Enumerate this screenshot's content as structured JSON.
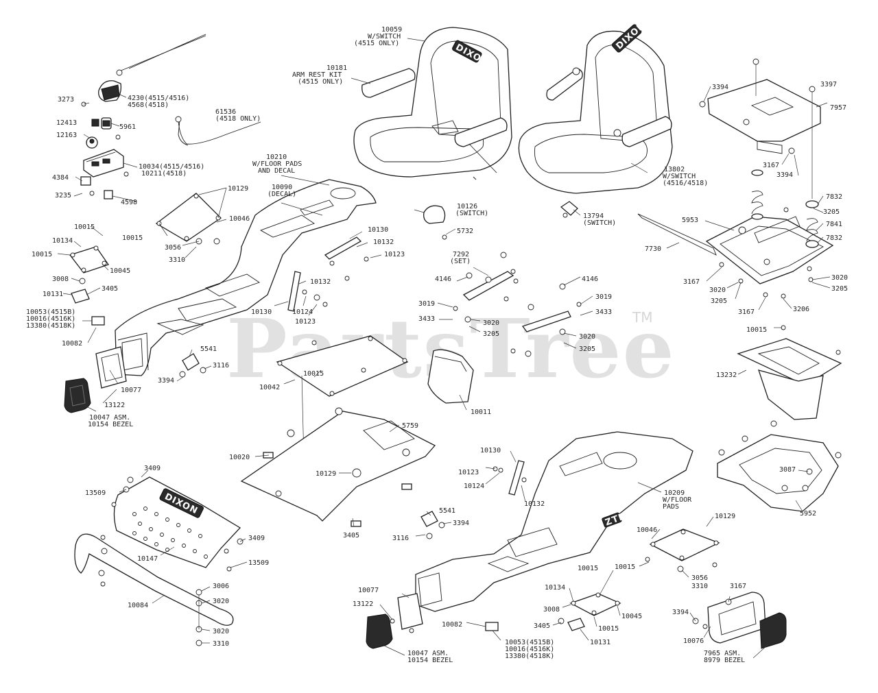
{
  "watermark": {
    "text": "PartsTree",
    "trademark": "TM"
  },
  "brand": {
    "seat_logo": "DIXON",
    "fender_logo": "DIXON",
    "console_badge": "ZTR"
  },
  "labels": {
    "l10059": "10059",
    "l10059_a": "W/SWITCH",
    "l10059_b": "(4515 ONLY)",
    "l10181": "10181",
    "l10181_a": "ARM REST KIT",
    "l10181_b": "(4515 ONLY)",
    "l3273": "3273",
    "l4230": "4230(4515/4516)",
    "l4568": "4568(4518)",
    "l12413": "12413",
    "l5961": "5961",
    "l12163": "12163",
    "l61536": "61536",
    "l61536_a": "(4518 ONLY)",
    "l10034": "10034(4515/4516)",
    "l10211": "10211(4518)",
    "l4384": "4384",
    "l3235": "3235",
    "l4598": "4598",
    "l10210": "10210",
    "l10210_a": "W/FLOOR PADS",
    "l10210_b": "AND DECAL",
    "l10090": "10090",
    "l10090_a": "(DECAL)",
    "l10129a": "10129",
    "l10046a": "10046",
    "l10015a": "10015",
    "l3056a": "3056",
    "l3310a": "3310",
    "l10015b": "10015",
    "l10134a": "10134",
    "l10015c": "10015",
    "l10045a": "10045",
    "l3008a": "3008",
    "l10131a": "10131",
    "l3405a": "3405",
    "l10053a": "10053(4515B)",
    "l10016a": "10016(4516K)",
    "l13380a": "13380(4518K)",
    "l10082a": "10082",
    "l10126": "10126",
    "l10126_a": "(SWITCH)",
    "l5732": "5732",
    "l10130a": "10130",
    "l10132a": "10132",
    "l10123a": "10123",
    "l10132b": "10132",
    "l10130b": "10130",
    "l10124a": "10124",
    "l10123b": "10123",
    "l7292": "7292",
    "l7292_a": "(SET)",
    "l4146a": "4146",
    "l3019a": "3019",
    "l3433a": "3433",
    "l3020a": "3020",
    "l3205a": "3205",
    "l4146b": "4146",
    "l3019b": "3019",
    "l3433b": "3433",
    "l3020b": "3020",
    "l3205b": "3205",
    "l13802": "13802",
    "l13802_a": "W/SWITCH",
    "l13802_b": "(4516/4518)",
    "l13794": "13794",
    "l13794_a": "(SWITCH)",
    "l3394a": "3394",
    "l3397": "3397",
    "l7957": "7957",
    "l3167a": "3167",
    "l3394b": "3394",
    "l7832a": "7832",
    "l3205c": "3205",
    "l7841": "7841",
    "l7832b": "7832",
    "l5953": "5953",
    "l7730": "7730",
    "l3167b": "3167",
    "l3020c": "3020",
    "l3205d": "3205",
    "l3020d": "3020",
    "l3205e": "3205",
    "l3167c": "3167",
    "l3206": "3206",
    "l5541a": "5541",
    "l3116a": "3116",
    "l3394c": "3394",
    "l10077a": "10077",
    "l13122a": "13122",
    "l10047a": "10047 ASM.",
    "l10154a": "10154 BEZEL",
    "l10015d": "10015",
    "l10042": "10042",
    "l10011": "10011",
    "l5759": "5759",
    "l10020": "10020",
    "l10129b": "10129",
    "l3405b": "3405",
    "l10015e": "10015",
    "l13232": "13232",
    "l3087": "3087",
    "l5952": "5952",
    "l3409a": "3409",
    "l13509a": "13509",
    "l3409b": "3409",
    "l10147": "10147",
    "l13509b": "13509",
    "l10084": "10084",
    "l3006": "3006",
    "l3020e": "3020",
    "l3020f": "3020",
    "l3310b": "3310",
    "l10130c": "10130",
    "l10123c": "10123",
    "l10124b": "10124",
    "l10132c": "10132",
    "l10209": "10209",
    "l10209_a": "W/FLOOR",
    "l10209_b": "PADS",
    "l5541b": "5541",
    "l3394d": "3394",
    "l3116b": "3116",
    "l10129c": "10129",
    "l10046b": "10046",
    "l10015f": "10015",
    "l3056b": "3056",
    "l3310c": "3310",
    "l10015g": "10015",
    "l10134b": "10134",
    "l3008b": "3008",
    "l10045b": "10045",
    "l3405c": "3405",
    "l10015h": "10015",
    "l10131b": "10131",
    "l10077b": "10077",
    "l13122b": "13122",
    "l10082b": "10082",
    "l10047b": "10047 ASM.",
    "l10154b": "10154 BEZEL",
    "l10053b": "10053(4515B)",
    "l10016b": "10016(4516K)",
    "l13380b": "13380(4518K)",
    "l3167d": "3167",
    "l3394e": "3394",
    "l10076": "10076",
    "l7965": "7965 ASM.",
    "l8979": "8979 BEZEL"
  }
}
